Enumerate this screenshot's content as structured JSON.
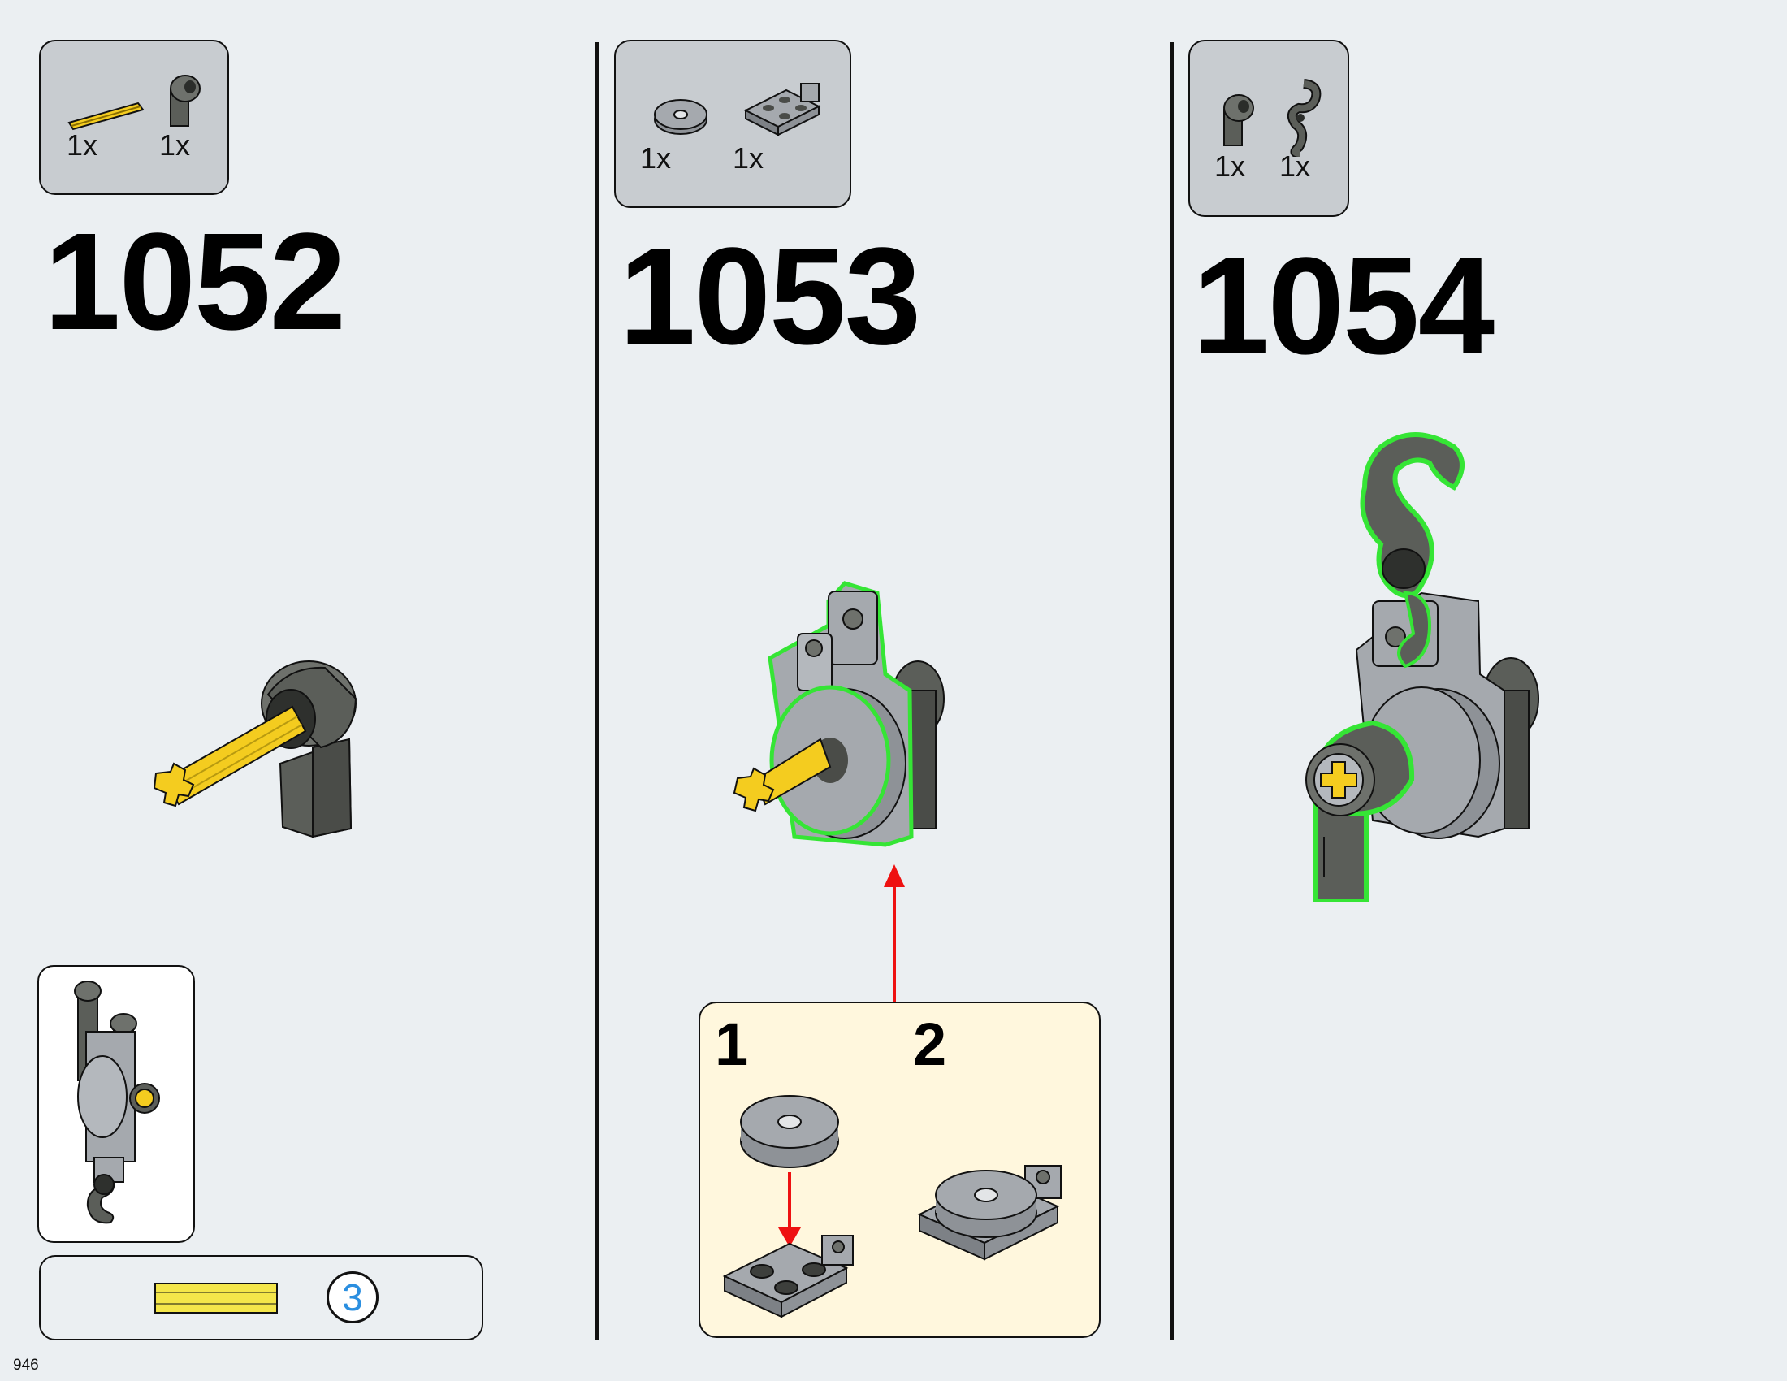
{
  "page_number": "946",
  "steps": [
    {
      "number": "1052",
      "parts": [
        {
          "name": "yellow-axle",
          "qty": "1x"
        },
        {
          "name": "dark-gray-axle-pin-connector",
          "qty": "1x"
        }
      ]
    },
    {
      "number": "1053",
      "parts": [
        {
          "name": "light-gray-round-tile",
          "qty": "1x"
        },
        {
          "name": "light-gray-plate-with-hole",
          "qty": "1x"
        }
      ],
      "substeps": [
        {
          "number": "1"
        },
        {
          "number": "2"
        }
      ]
    },
    {
      "number": "1054",
      "parts": [
        {
          "name": "dark-gray-axle-pin-connector",
          "qty": "1x"
        },
        {
          "name": "dark-gray-hook",
          "qty": "1x"
        }
      ]
    }
  ],
  "sub_model_counter": "3",
  "colors": {
    "highlight": "#35e535",
    "arrow": "#ee1111",
    "axle": "#f4cc1f",
    "dark_gray": "#5b5e59",
    "light_gray": "#a5a9ae",
    "callout_bg": "#fff7dd"
  }
}
